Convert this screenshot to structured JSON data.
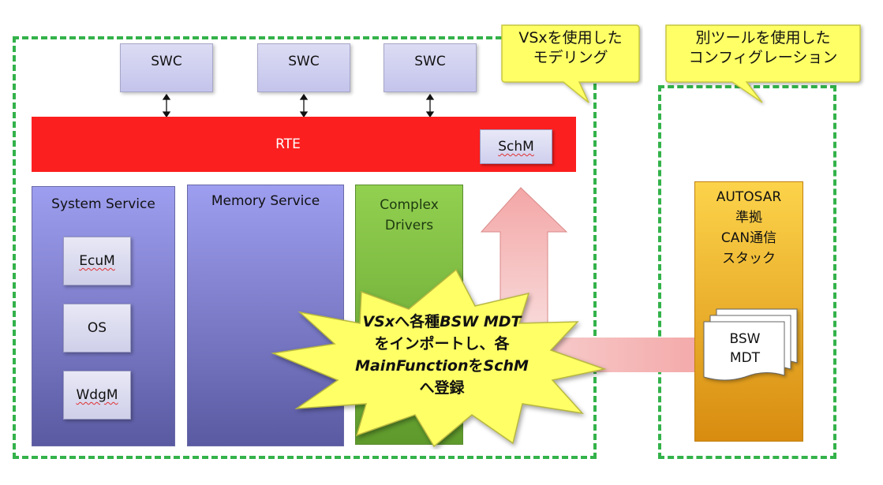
{
  "swc": {
    "label": "SWC"
  },
  "rte": {
    "label": "RTE",
    "schm": "SchM"
  },
  "services": {
    "system": {
      "title": "System Service",
      "modules": [
        "EcuM",
        "OS",
        "WdgM"
      ]
    },
    "memory": {
      "title": "Memory Service"
    },
    "complex": {
      "line1": "Complex",
      "line2": "Drivers"
    }
  },
  "autosar": {
    "line1": "AUTOSAR",
    "line2": "準拠",
    "line3": "CAN通信",
    "line4": "スタック"
  },
  "bsw_doc": {
    "line1": "BSW",
    "line2": "MDT"
  },
  "callouts": {
    "left": {
      "line1": "VSxを使用した",
      "line2": "モデリング"
    },
    "right": {
      "line1": "別ツールを使用した",
      "line2": "コンフィグレーション"
    }
  },
  "burst": {
    "line1_a": "VSx",
    "line1_b": "へ各種",
    "line1_c": "BSW MDT",
    "line2": "をインポートし、各",
    "line3_a": "MainFunction",
    "line3_b": "を",
    "line3_c": "SchM",
    "line4": "へ登録"
  },
  "colors": {
    "dash": "#33b24a",
    "rte": "#fc1f1f",
    "callout": "#ffff66",
    "burst": "#ffff66",
    "arrow": "#f4a0a0"
  }
}
